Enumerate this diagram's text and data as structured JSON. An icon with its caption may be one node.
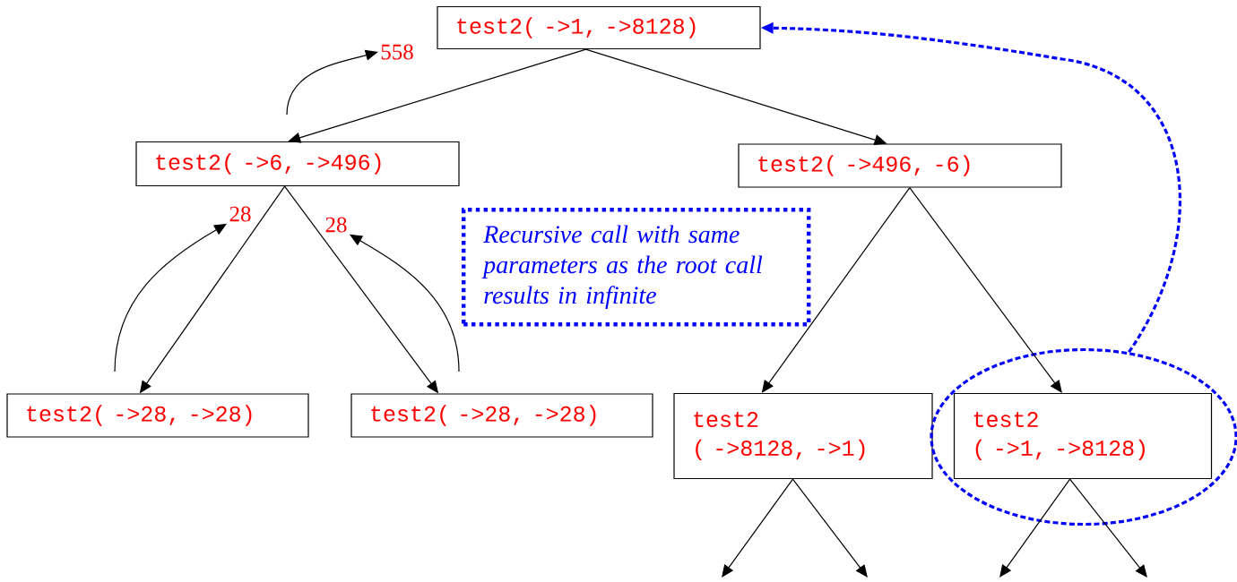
{
  "diagram": {
    "nodes": [
      {
        "text": [
          "test2( ->1, ->8128)"
        ]
      },
      {
        "text": [
          "test2( ->6, ->496)"
        ]
      },
      {
        "text": [
          "test2( ->496, -6)"
        ]
      },
      {
        "text": [
          "test2( ->28, ->28)"
        ]
      },
      {
        "text": [
          "test2( ->28, ->28)"
        ]
      },
      {
        "text": [
          "test2 ( ->8128, ->1)"
        ]
      },
      {
        "text": [
          "test2 ( ->1, ->8128)"
        ],
        "in": 11
      },
      {
        "text": [
          "Recursive call with same parameters as the root call results in infinite"
        ]
      },
      {
        "text": [
          "558"
        ]
      },
      {
        "text": [
          "28"
        ]
      },
      {
        "text": [
          "28"
        ]
      },
      {
        "text": [],
        "shape": "ellipse"
      }
    ],
    "edges": [
      {
        "from": 0,
        "to": 1,
        "arrow": "to"
      },
      {
        "from": 0,
        "to": 2,
        "arrow": "to"
      },
      {
        "from": 1,
        "to": 3,
        "arrow": "to"
      },
      {
        "from": 1,
        "to": 4,
        "arrow": "to"
      },
      {
        "from": 2,
        "to": 5,
        "arrow": "to"
      },
      {
        "from": 2,
        "to": 6,
        "arrow": "to"
      },
      {
        "from": 5,
        "to": null,
        "arrow": "to"
      },
      {
        "from": 5,
        "to": null,
        "arrow": "to"
      },
      {
        "from": 6,
        "to": null,
        "arrow": "to"
      },
      {
        "from": 6,
        "to": null,
        "arrow": "to"
      },
      {
        "from": null,
        "to": 8,
        "arrow": "to"
      },
      {
        "from": null,
        "to": 9,
        "arrow": "to"
      },
      {
        "from": null,
        "to": 10,
        "arrow": "to"
      },
      {
        "from": 11,
        "to": 0,
        "arrow": "to",
        "style": "dashed",
        "color": "#0000ff"
      }
    ]
  }
}
